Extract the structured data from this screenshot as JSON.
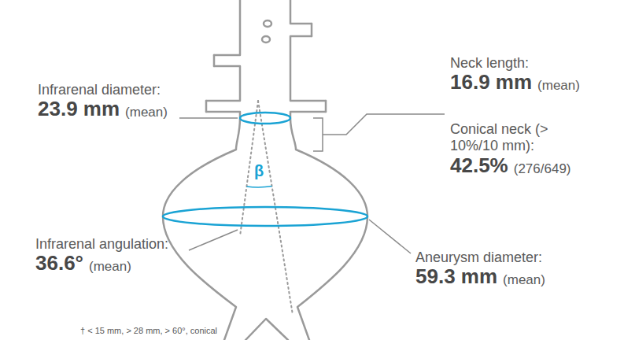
{
  "diagram": {
    "labels": [
      "Infrarenal diameter:",
      "23.9 mm",
      "(mean)",
      "Neck length:",
      "16.9 mm",
      "(mean)",
      "Conical neck (> 10%/10 mm):",
      "42.5%",
      "(276/649)",
      "β",
      "Infrarenal angulation:",
      "36.6°",
      "(mean)",
      "Aneurysm diameter:",
      "59.3 mm",
      "(mean)",
      "† < 15 mm, > 28 mm, > 60°, conical"
    ]
  }
}
